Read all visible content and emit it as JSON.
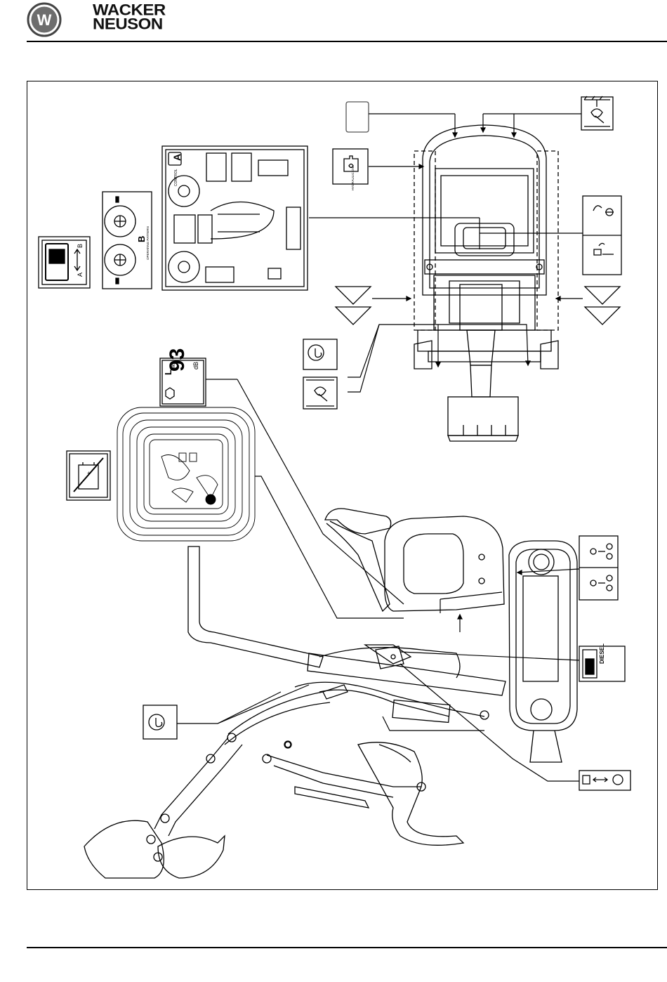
{
  "brand": {
    "line1": "WACKER",
    "line2": "NEUSON",
    "mark_letter": "W",
    "mark_color": "#6d6d6d"
  },
  "labels": {
    "noise": {
      "symbol": "L",
      "sub": "WA",
      "value": "93",
      "unit": "dB"
    },
    "switch": {
      "left": "A",
      "right": "B"
    },
    "pattern_b": {
      "letter": "B",
      "caption": "OPERATING PATTERN"
    },
    "pattern_a": {
      "letter": "A",
      "caption": "CONTROL"
    },
    "hydraulic": {
      "caption": "HYDRAULIC OIL"
    },
    "diesel": {
      "title": "DIESEL"
    }
  },
  "icons": [
    "wacker-logo-icon",
    "tie-down-icon",
    "lifting-hook-icon",
    "hydraulic-oil-icon",
    "battery-icon",
    "diesel-icon",
    "switch-icon",
    "noise-level-icon",
    "fork-lift-icon"
  ]
}
